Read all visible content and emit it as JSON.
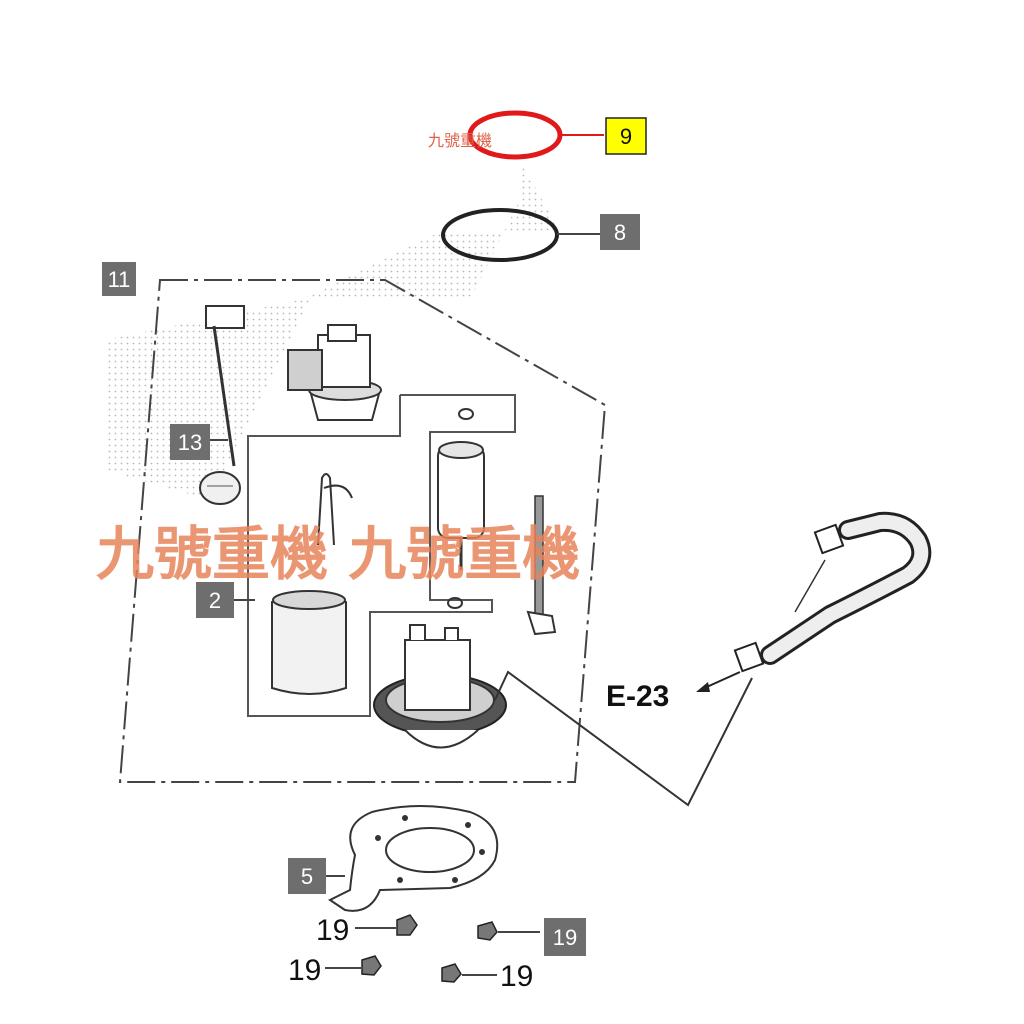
{
  "callouts": {
    "c9": "9",
    "c8": "8",
    "c11": "11",
    "c13": "13",
    "c2": "2",
    "c5": "5",
    "c19_box": "19"
  },
  "plain_labels": {
    "n19_a": "19",
    "n19_b": "19",
    "n19_c": "19"
  },
  "reference": "E-23",
  "watermark": {
    "small": "九號重機",
    "large": "九號重機 九號重機"
  },
  "colors": {
    "highlight_callout": "#ffff00",
    "callout_gray": "#6e6e6e",
    "highlight_ring": "#e01a1a",
    "watermark": "#e8845a"
  }
}
